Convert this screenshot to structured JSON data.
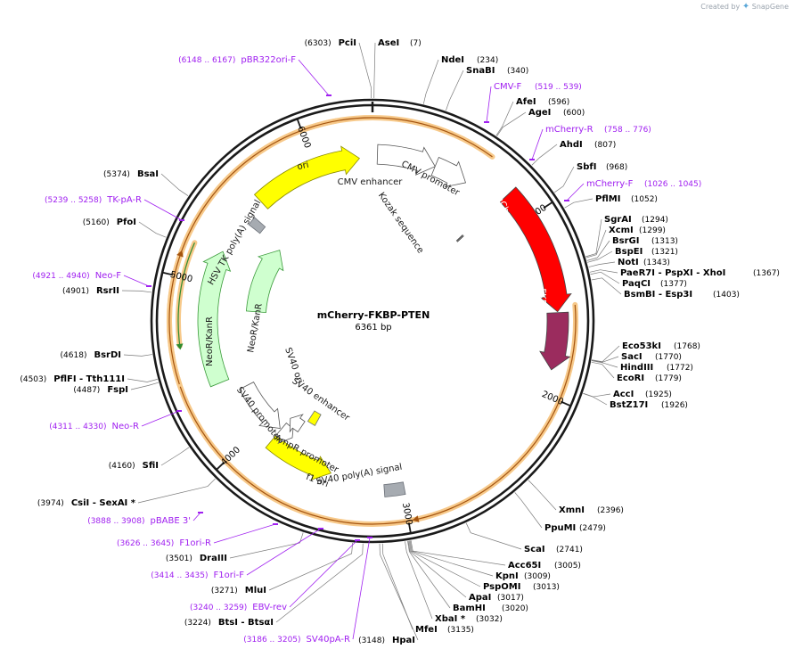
{
  "branding": {
    "prefix": "Created by",
    "logo": "SnapGene"
  },
  "plasmid": {
    "name": "mCherry-FKBP-PTEN",
    "size_label": "6361 bp",
    "length": 6361
  },
  "scale_ticks": [
    "1000",
    "2000",
    "3000",
    "4000",
    "5000",
    "6000"
  ],
  "features": [
    {
      "name": "CMV enhancer",
      "type": "outline"
    },
    {
      "name": "CMV promoter",
      "type": "outline"
    },
    {
      "name": "Kozak sequence",
      "type": "site"
    },
    {
      "name": "mCherry",
      "type": "filled",
      "color": "#ff0000"
    },
    {
      "name": "FKBP",
      "type": "filled",
      "color": "#9b2c5e"
    },
    {
      "name": "SV40 poly(A) signal",
      "type": "box",
      "color": "#a6abb1"
    },
    {
      "name": "f1 ori",
      "type": "filled",
      "color": "#ffff00"
    },
    {
      "name": "AmpR promoter",
      "type": "outline"
    },
    {
      "name": "SV40 promoter",
      "type": "outline"
    },
    {
      "name": "SV40 enhancer",
      "type": "outline"
    },
    {
      "name": "SV40 ori",
      "type": "box",
      "color": "#ffff00"
    },
    {
      "name": "NeoR/KanR",
      "type": "filled",
      "color": "#cfffcf"
    },
    {
      "name": "NeoR/KanR",
      "type": "filled",
      "color": "#cfffcf"
    },
    {
      "name": "HSV TK poly(A) signal",
      "type": "box",
      "color": "#a6abb1"
    },
    {
      "name": "ori",
      "type": "filled",
      "color": "#ffff00"
    }
  ],
  "enzymes": [
    {
      "name": "PciI",
      "pos": "(6303)"
    },
    {
      "name": "AseI",
      "pos": "(7)"
    },
    {
      "name": "NdeI",
      "pos": "(234)"
    },
    {
      "name": "SnaBI",
      "pos": "(340)"
    },
    {
      "name": "AfeI",
      "pos": "(596)"
    },
    {
      "name": "AgeI",
      "pos": "(600)"
    },
    {
      "name": "AhdI",
      "pos": "(807)"
    },
    {
      "name": "SbfI",
      "pos": "(968)"
    },
    {
      "name": "PflMI",
      "pos": "(1052)"
    },
    {
      "name": "SgrAI",
      "pos": "(1294)"
    },
    {
      "name": "XcmI",
      "pos": "(1299)"
    },
    {
      "name": "BsrGI",
      "pos": "(1313)"
    },
    {
      "name": "BspEI",
      "pos": "(1321)"
    },
    {
      "name": "NotI",
      "pos": "(1343)"
    },
    {
      "name": "PaeR7I",
      "name2": "PspXI",
      "name3": "XhoI",
      "pos": "(1367)"
    },
    {
      "name": "PaqCI",
      "pos": "(1377)"
    },
    {
      "name": "BsmBI",
      "name2": "Esp3I",
      "pos": "(1403)"
    },
    {
      "name": "Eco53kI",
      "pos": "(1768)"
    },
    {
      "name": "SacI",
      "pos": "(1770)"
    },
    {
      "name": "HindIII",
      "pos": "(1772)"
    },
    {
      "name": "EcoRI",
      "pos": "(1779)"
    },
    {
      "name": "AccI",
      "pos": "(1925)"
    },
    {
      "name": "BstZ17I",
      "pos": "(1926)"
    },
    {
      "name": "XmnI",
      "pos": "(2396)"
    },
    {
      "name": "PpuMI",
      "pos": "(2479)"
    },
    {
      "name": "ScaI",
      "pos": "(2741)"
    },
    {
      "name": "Acc65I",
      "pos": "(3005)"
    },
    {
      "name": "KpnI",
      "pos": "(3009)"
    },
    {
      "name": "PspOMI",
      "pos": "(3013)"
    },
    {
      "name": "ApaI",
      "pos": "(3017)"
    },
    {
      "name": "BamHI",
      "pos": "(3020)"
    },
    {
      "name": "XbaI *",
      "pos": "(3032)"
    },
    {
      "name": "MfeI",
      "pos": "(3135)"
    },
    {
      "name": "HpaI",
      "pos": "(3148)"
    },
    {
      "name": "BtsI",
      "name2": "BtsαI",
      "pos": "(3224)"
    },
    {
      "name": "MluI",
      "pos": "(3271)"
    },
    {
      "name": "DraIII",
      "pos": "(3501)"
    },
    {
      "name": "CsiI",
      "name2": "SexAI *",
      "pos": "(3974)"
    },
    {
      "name": "SfiI",
      "pos": "(4160)"
    },
    {
      "name": "FspI",
      "pos": "(4487)"
    },
    {
      "name": "PflFI",
      "name2": "Tth111I",
      "pos": "(4503)"
    },
    {
      "name": "BsrDI",
      "pos": "(4618)"
    },
    {
      "name": "RsrII",
      "pos": "(4901)"
    },
    {
      "name": "PfoI",
      "pos": "(5160)"
    },
    {
      "name": "BsaI",
      "pos": "(5374)"
    }
  ],
  "primers": [
    {
      "name": "pBR322ori-F",
      "range": "(6148 .. 6167)"
    },
    {
      "name": "CMV-F",
      "range": "(519 .. 539)"
    },
    {
      "name": "mCherry-R",
      "range": "(758 .. 776)"
    },
    {
      "name": "mCherry-F",
      "range": "(1026 .. 1045)"
    },
    {
      "name": "pBABE 3'",
      "range": "(3888 .. 3908)"
    },
    {
      "name": "F1ori-R",
      "range": "(3626 .. 3645)"
    },
    {
      "name": "F1ori-F",
      "range": "(3414 .. 3435)"
    },
    {
      "name": "EBV-rev",
      "range": "(3240 .. 3259)"
    },
    {
      "name": "SV40pA-R",
      "range": "(3186 .. 3205)"
    },
    {
      "name": "TK-pA-R",
      "range": "(5239 .. 5258)"
    },
    {
      "name": "Neo-F",
      "range": "(4921 .. 4940)"
    },
    {
      "name": "Neo-R",
      "range": "(4311 .. 4330)"
    }
  ],
  "colors": {
    "backbone": "#1a1a1a",
    "primer": "#a020f0",
    "enzyme_line": "#7a7a7a",
    "orf_arc": "#f7c98a",
    "orf_line": "#a4540f"
  }
}
